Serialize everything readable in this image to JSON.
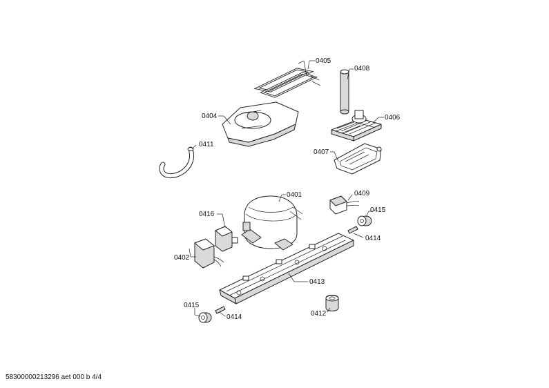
{
  "diagram": {
    "labels": {
      "p0401": "0401",
      "p0402": "0402",
      "p0404": "0404",
      "p0405": "0405",
      "p0406": "0406",
      "p0407": "0407",
      "p0408": "0408",
      "p0409": "0409",
      "p0411": "0411",
      "p0412": "0412",
      "p0413": "0413",
      "p0414a": "0414",
      "p0414b": "0414",
      "p0415a": "0415",
      "p0415b": "0415",
      "p0416": "0416"
    }
  },
  "footer": {
    "text": "58300000213296 aet 000 b 4/4"
  }
}
